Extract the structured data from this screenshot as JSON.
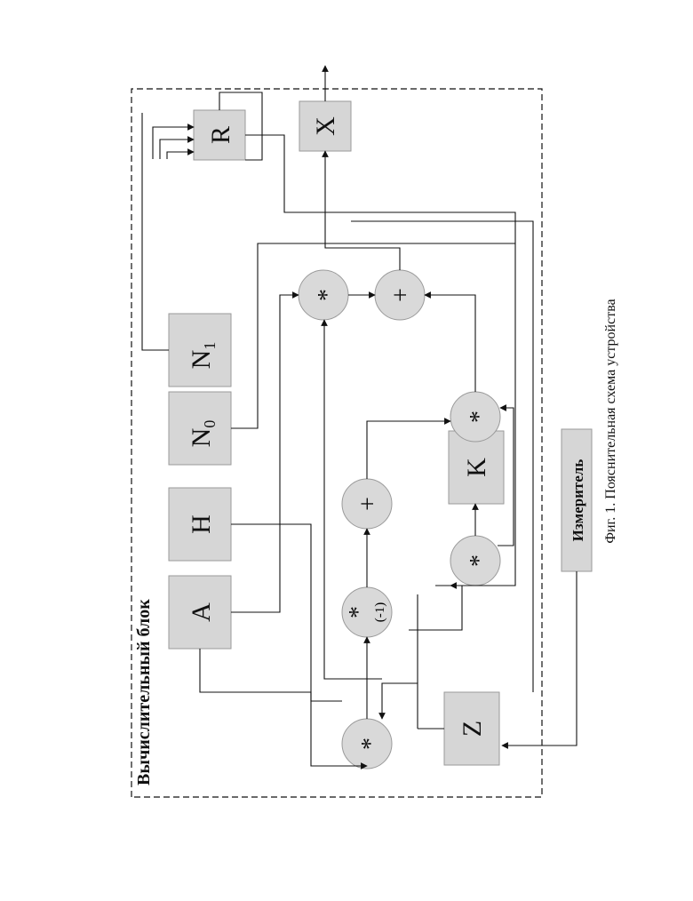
{
  "diagram": {
    "block_title": "Вычислительный блок",
    "caption": "Фиг. 1. Пояснительная схема устройства",
    "meter_label": "Измеритель",
    "blocks": {
      "R": "R",
      "X": "X",
      "N1": "N1",
      "N0": "N0",
      "H": "H",
      "A": "A",
      "K": "K",
      "Z": "Z"
    },
    "operators": {
      "mult": "*",
      "plus": "+",
      "neg_one": "(-1)"
    }
  }
}
